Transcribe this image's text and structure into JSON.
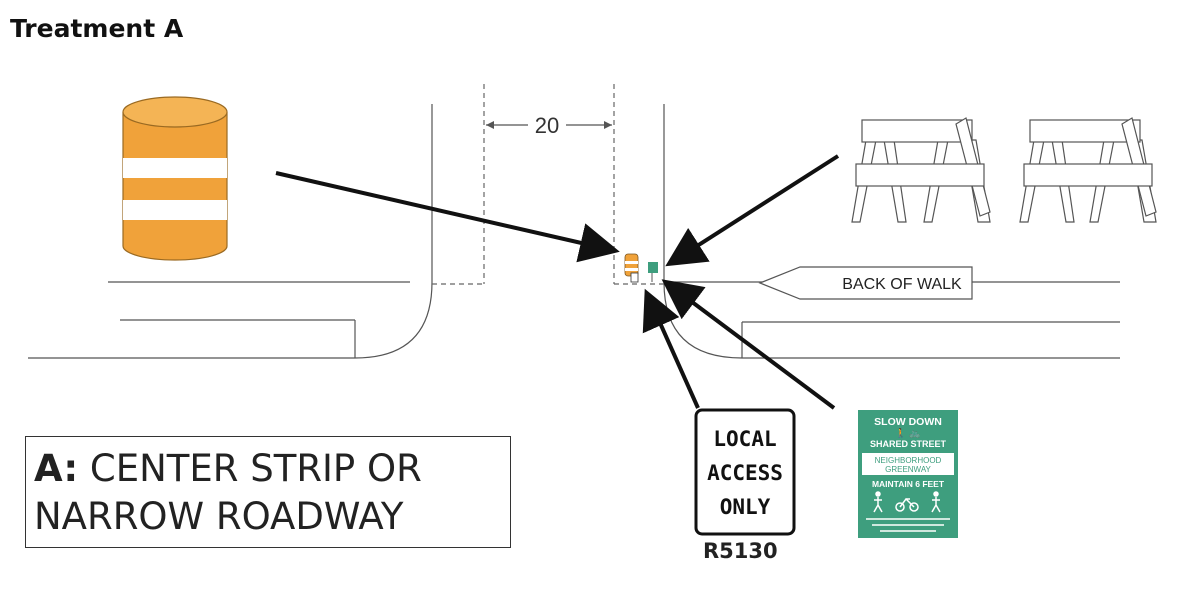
{
  "heading": "Treatment A",
  "dimension_label": "20",
  "back_of_walk_label": "BACK OF WALK",
  "caption": {
    "letter": "A:",
    "line1": " CENTER STRIP OR",
    "line2": "NARROW ROADWAY"
  },
  "local_access_sign": {
    "line1": "LOCAL",
    "line2": "ACCESS",
    "line3": "ONLY",
    "code": "R5130"
  },
  "shared_street_sign": {
    "line1": "SLOW DOWN",
    "line2": "SHARED STREET",
    "line3": "NEIGHBORHOOD",
    "line4": "GREENWAY",
    "line5": "MAINTAIN 6 FEET"
  },
  "colors": {
    "drum_orange": "#F0A23A",
    "sign_green": "#3E9E7E"
  }
}
